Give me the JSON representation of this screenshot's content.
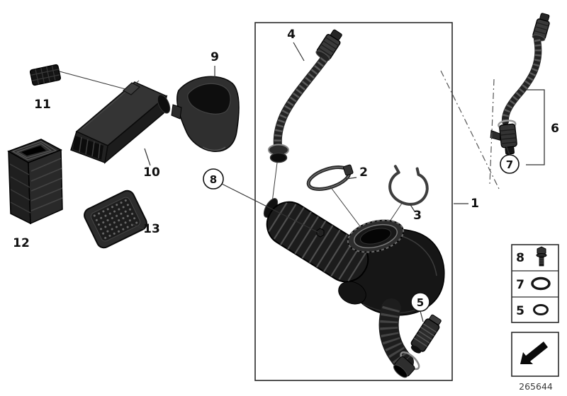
{
  "diagram": {
    "part_number": "265644",
    "callouts": {
      "c1": "1",
      "c2": "2",
      "c3": "3",
      "c4": "4",
      "c5": "5",
      "c6": "6",
      "c7": "7",
      "c8": "8",
      "c9": "9",
      "c10": "10",
      "c11": "11",
      "c12": "12",
      "c13": "13"
    },
    "legend": {
      "rows": [
        {
          "num": "8",
          "icon": "bolt-icon"
        },
        {
          "num": "7",
          "icon": "o-ring-icon"
        },
        {
          "num": "5",
          "icon": "o-ring-small-icon"
        }
      ],
      "footer_icon": "direction-arrow-icon"
    }
  }
}
